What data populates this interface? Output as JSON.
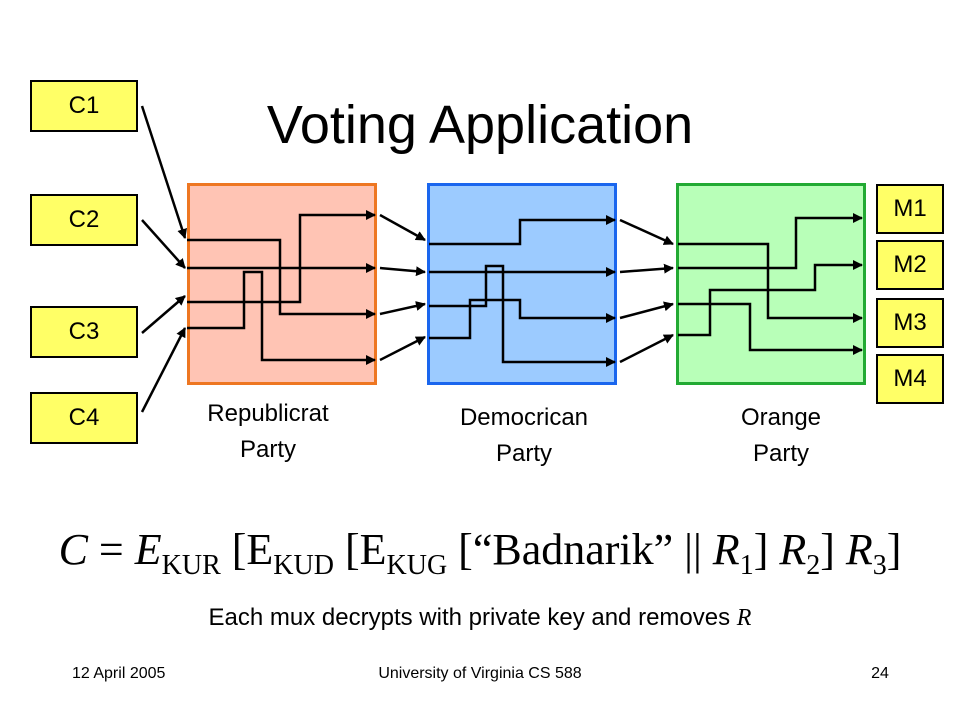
{
  "slide": {
    "title": "Voting Application",
    "inputs": [
      "C1",
      "C2",
      "C3",
      "C4"
    ],
    "outputs": [
      "M1",
      "M2",
      "M3",
      "M4"
    ],
    "parties": [
      {
        "line1": "Republicrat",
        "line2": "Party",
        "color": "#ee7722",
        "fill": "#ffc4b4"
      },
      {
        "line1": "Democrican",
        "line2": "Party",
        "color": "#1a66ee",
        "fill": "#9ccbff"
      },
      {
        "line1": "Orange",
        "line2": "Party",
        "color": "#22aa33",
        "fill": "#b8ffb8"
      }
    ],
    "formula": {
      "c": "C",
      "eq": " = ",
      "e1": "E",
      "k1": "KUR",
      "br1": " [E",
      "k2": "KUD",
      "br2": " [E",
      "k3": "KUG",
      "open": " [",
      "msg": "“Badnarik”",
      "concat": " || ",
      "r": "R",
      "r1": "1",
      "close1": "] ",
      "r2": "2",
      "close2": "] ",
      "r3": "3",
      "close3": "]"
    },
    "caption_text": "Each mux decrypts with private key and removes",
    "caption_var": "R",
    "footer": {
      "date": "12 April 2005",
      "course": "University of Virginia CS 588",
      "page": "24"
    }
  }
}
